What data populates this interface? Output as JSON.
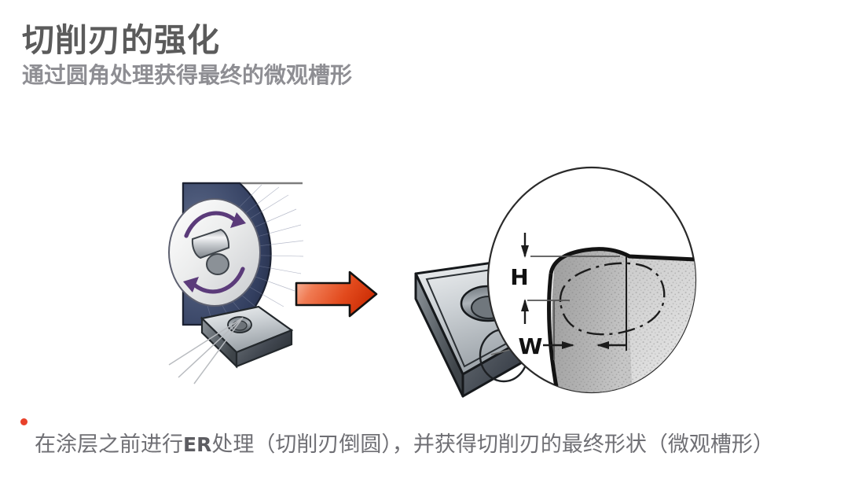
{
  "slide": {
    "background_color": "#ffffff",
    "title": "切削刃的强化",
    "title_color": "#5b5b5b",
    "subtitle": "通过圆角处理获得最终的微观槽形",
    "subtitle_color": "#8e8e93"
  },
  "bullet": {
    "marker_color": "#e8412a",
    "text_color": "#6f6f74",
    "segment_1": "在涂层之前进行",
    "segment_emphasis": "ER",
    "segment_2": "处理（切削刃倒圆），并获得切削刃的最终形状（微观槽形）",
    "full_text": "在涂层之前进行ER处理（切削刃倒圆），并获得切削刃的最终形状（微观槽形）"
  },
  "figure": {
    "caption_labels": {
      "height_label": "H",
      "width_label": "W"
    },
    "colors": {
      "brush_dark": "#2f3c5c",
      "brush_mid": "#47557a",
      "hub_light": "#f2f2f2",
      "rotation_arrow": "#5b3b7a",
      "insert_light": "#d8dcdf",
      "insert_mid": "#9aa0a5",
      "insert_dark": "#4a5055",
      "process_arrow_start": "#f5a58a",
      "process_arrow_end": "#e03a16",
      "outline": "#1a1a1a",
      "leader_line": "#7d7d7d",
      "speckle": "#8c8c8c"
    },
    "parts": {
      "brush_wheel": "brush-wheel",
      "rotation_arrows": "rotation-arrows",
      "spindle": "spindle",
      "raw_insert": "raw-insert",
      "process_arrow": "process-arrow",
      "finished_insert": "finished-insert",
      "edge_highlight_circle": "edge-highlight-circle",
      "magnifier_circle": "magnifier-circle",
      "rounded_edge": "rounded-edge-profile"
    }
  }
}
